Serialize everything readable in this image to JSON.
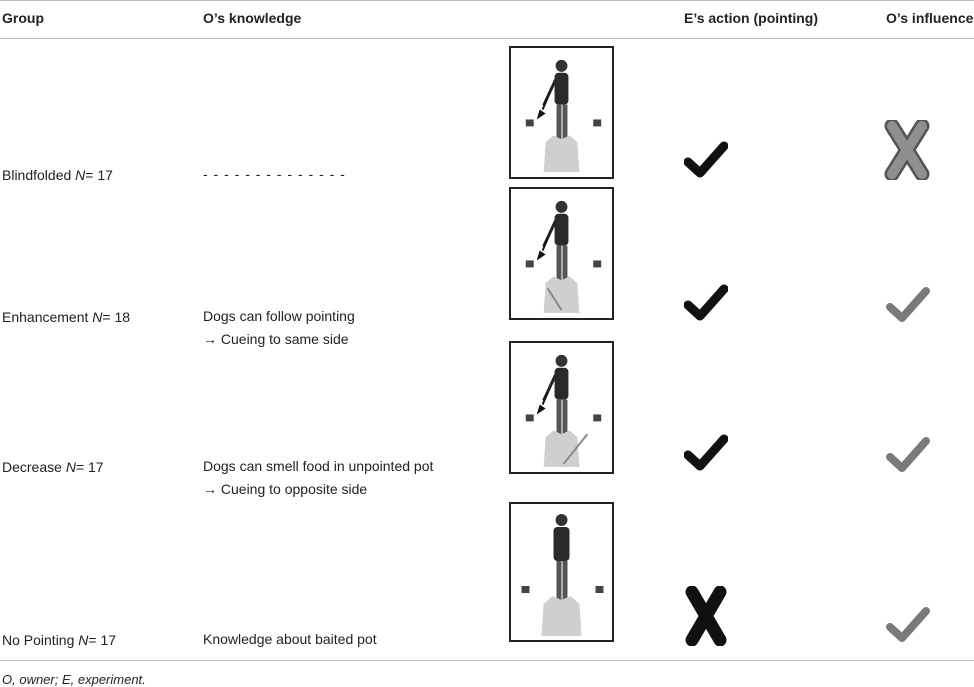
{
  "table": {
    "headers": [
      "Group",
      "O’s knowledge",
      "E’s action (pointing)",
      "O’s influence"
    ],
    "rows": [
      {
        "group_name": "Blindfolded",
        "n_label": "N",
        "n_value": "= 17",
        "knowledge": [
          "- - - - - - - - - - - - - -"
        ],
        "pointing": "check",
        "influence": "cross-gray"
      },
      {
        "group_name": "Enhancement",
        "n_label": "N",
        "n_value": "= 18",
        "knowledge": [
          "Dogs can follow pointing",
          "→ Cueing to same side"
        ],
        "pointing": "check",
        "influence": "check-gray"
      },
      {
        "group_name": "Decrease",
        "n_label": "N",
        "n_value": "= 17",
        "knowledge": [
          "Dogs can smell food in unpointed pot",
          "→ Cueing to opposite side"
        ],
        "pointing": "check",
        "influence": "check-gray"
      },
      {
        "group_name": "No Pointing",
        "n_label": "N",
        "n_value": "= 17",
        "knowledge": [
          "Knowledge about baited pot"
        ],
        "pointing": "cross-black",
        "influence": "check-gray"
      }
    ]
  },
  "footnote": "O, owner; E, experiment.",
  "colors": {
    "rule": "#bdbdbd",
    "check_black": "#111111",
    "check_gray": "#7a7a7a",
    "cross_gray": "#8a8a8a"
  }
}
